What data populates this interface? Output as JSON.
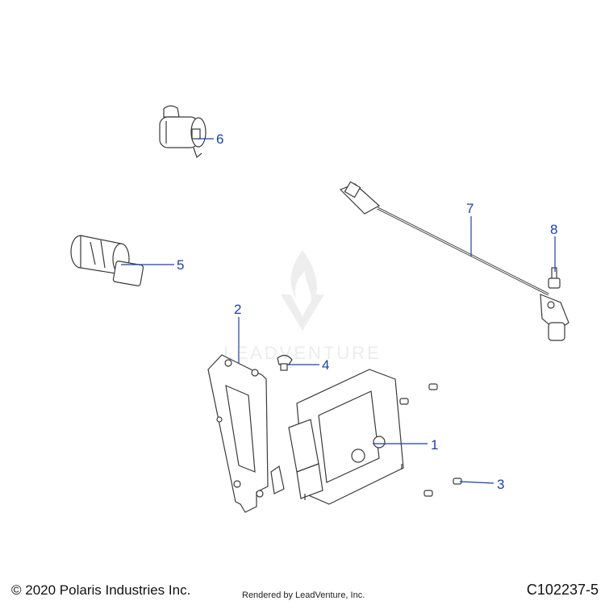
{
  "watermark": {
    "text": "LEADVENTURE"
  },
  "callouts": [
    {
      "id": "1",
      "label": "1"
    },
    {
      "id": "2",
      "label": "2"
    },
    {
      "id": "3",
      "label": "3"
    },
    {
      "id": "4",
      "label": "4"
    },
    {
      "id": "5",
      "label": "5"
    },
    {
      "id": "6",
      "label": "6"
    },
    {
      "id": "7",
      "label": "7"
    },
    {
      "id": "8",
      "label": "8"
    }
  ],
  "footer": {
    "copyright": "© 2020 Polaris Industries Inc.",
    "rendered_by": "Rendered by LeadVenture, Inc.",
    "diagram_code": "C102237-5"
  }
}
